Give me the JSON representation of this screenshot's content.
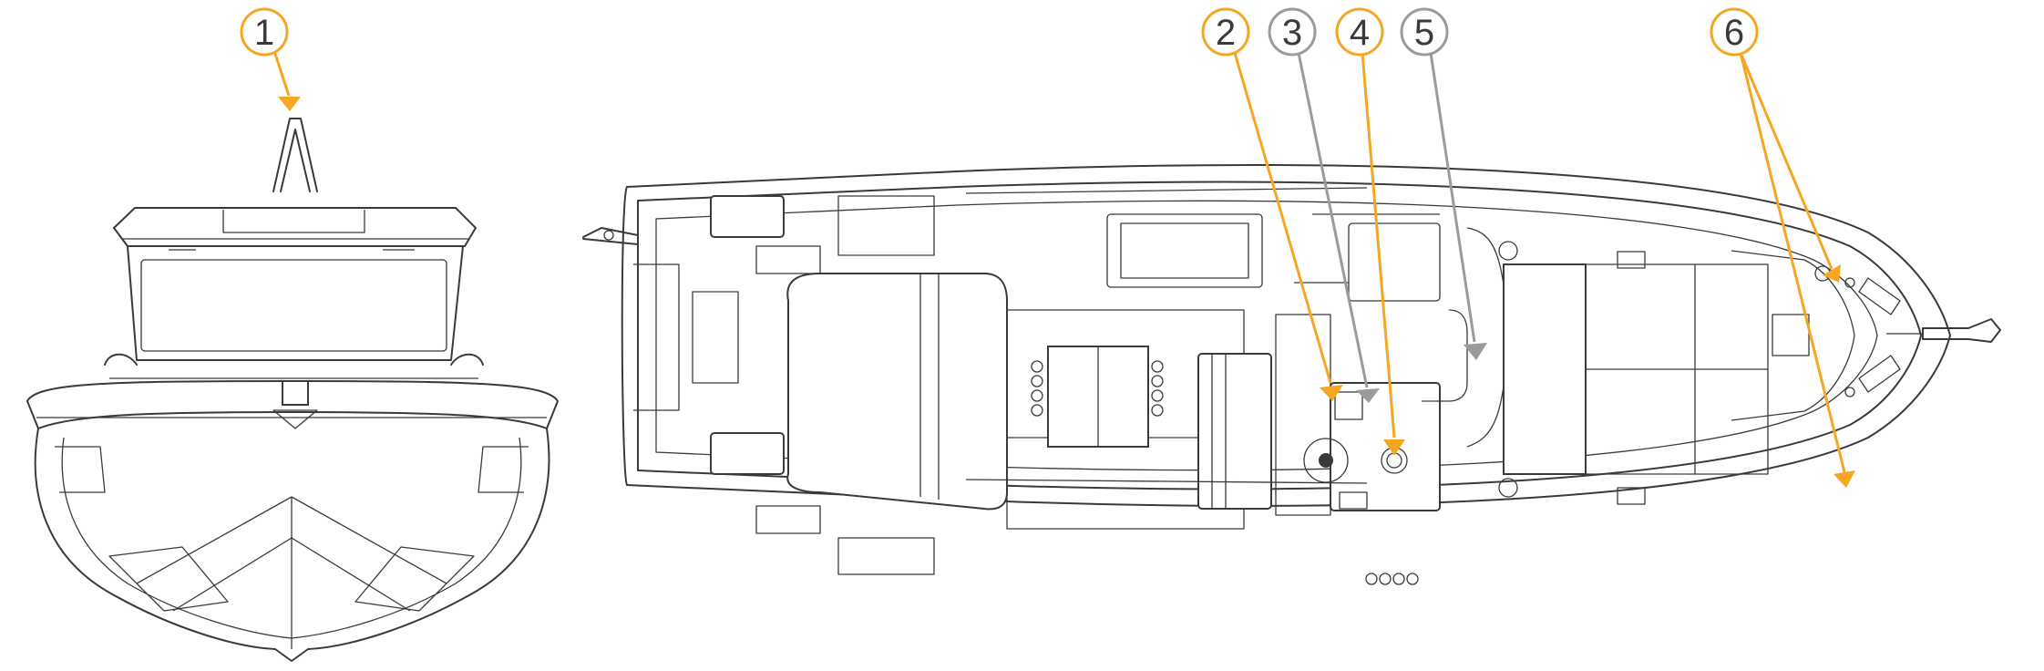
{
  "colors": {
    "orange": "#f5a623",
    "gray": "#9b9b9b",
    "outline": "#3a3a3a"
  },
  "callouts": [
    {
      "id": "c1",
      "label": "1",
      "color": "orange"
    },
    {
      "id": "c2",
      "label": "2",
      "color": "orange"
    },
    {
      "id": "c3",
      "label": "3",
      "color": "gray"
    },
    {
      "id": "c4",
      "label": "4",
      "color": "orange"
    },
    {
      "id": "c5",
      "label": "5",
      "color": "gray"
    },
    {
      "id": "c6",
      "label": "6",
      "color": "orange"
    }
  ]
}
